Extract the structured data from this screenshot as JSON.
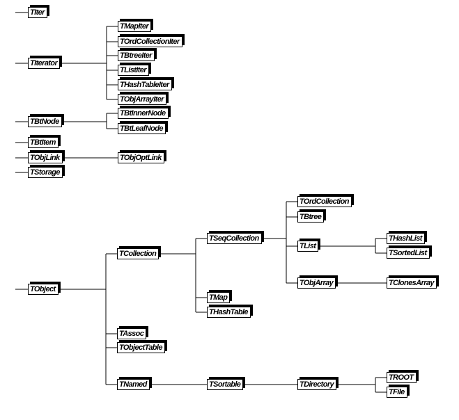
{
  "diagram": {
    "title": "",
    "nodes": [
      {
        "id": "TIter",
        "label": "TIter",
        "parent": null
      },
      {
        "id": "TIterator",
        "label": "TIterator",
        "parent": null
      },
      {
        "id": "TMapIter",
        "label": "TMapIter",
        "parent": "TIterator"
      },
      {
        "id": "TOrdCollectionIter",
        "label": "TOrdCollectionIter",
        "parent": "TIterator"
      },
      {
        "id": "TBtreeIter",
        "label": "TBtreeIter",
        "parent": "TIterator"
      },
      {
        "id": "TListIter",
        "label": "TListIter",
        "parent": "TIterator"
      },
      {
        "id": "THashTableIter",
        "label": "THashTableIter",
        "parent": "TIterator"
      },
      {
        "id": "TObjArrayIter",
        "label": "TObjArrayIter",
        "parent": "TIterator"
      },
      {
        "id": "TBtNode",
        "label": "TBtNode",
        "parent": null
      },
      {
        "id": "TBtInnerNode",
        "label": "TBtInnerNode",
        "parent": "TBtNode"
      },
      {
        "id": "TBtLeafNode",
        "label": "TBtLeafNode",
        "parent": "TBtNode"
      },
      {
        "id": "TBtItem",
        "label": "TBtItem",
        "parent": null
      },
      {
        "id": "TObjLink",
        "label": "TObjLink",
        "parent": null
      },
      {
        "id": "TObjOptLink",
        "label": "TObjOptLink",
        "parent": "TObjLink"
      },
      {
        "id": "TStorage",
        "label": "TStorage",
        "parent": null
      },
      {
        "id": "TObject",
        "label": "TObject",
        "parent": null
      },
      {
        "id": "TCollection",
        "label": "TCollection",
        "parent": "TObject"
      },
      {
        "id": "TAssoc",
        "label": "TAssoc",
        "parent": "TObject"
      },
      {
        "id": "TObjectTable",
        "label": "TObjectTable",
        "parent": "TObject"
      },
      {
        "id": "TNamed",
        "label": "TNamed",
        "parent": "TObject"
      },
      {
        "id": "TSeqCollection",
        "label": "TSeqCollection",
        "parent": "TCollection"
      },
      {
        "id": "TMap",
        "label": "TMap",
        "parent": "TCollection"
      },
      {
        "id": "THashTable",
        "label": "THashTable",
        "parent": "TCollection"
      },
      {
        "id": "TOrdCollection",
        "label": "TOrdCollection",
        "parent": "TSeqCollection"
      },
      {
        "id": "TBtree",
        "label": "TBtree",
        "parent": "TSeqCollection"
      },
      {
        "id": "TList",
        "label": "TList",
        "parent": "TSeqCollection"
      },
      {
        "id": "TObjArray",
        "label": "TObjArray",
        "parent": "TSeqCollection"
      },
      {
        "id": "THashList",
        "label": "THashList",
        "parent": "TList"
      },
      {
        "id": "TSortedList",
        "label": "TSortedList",
        "parent": "TList"
      },
      {
        "id": "TClonesArray",
        "label": "TClonesArray",
        "parent": "TObjArray"
      },
      {
        "id": "TSortable",
        "label": "TSortable",
        "parent": "TNamed"
      },
      {
        "id": "TDirectory",
        "label": "TDirectory",
        "parent": "TSortable"
      },
      {
        "id": "TROOT",
        "label": "TROOT",
        "parent": "TDirectory"
      },
      {
        "id": "TFile",
        "label": "TFile",
        "parent": "TDirectory"
      }
    ]
  }
}
